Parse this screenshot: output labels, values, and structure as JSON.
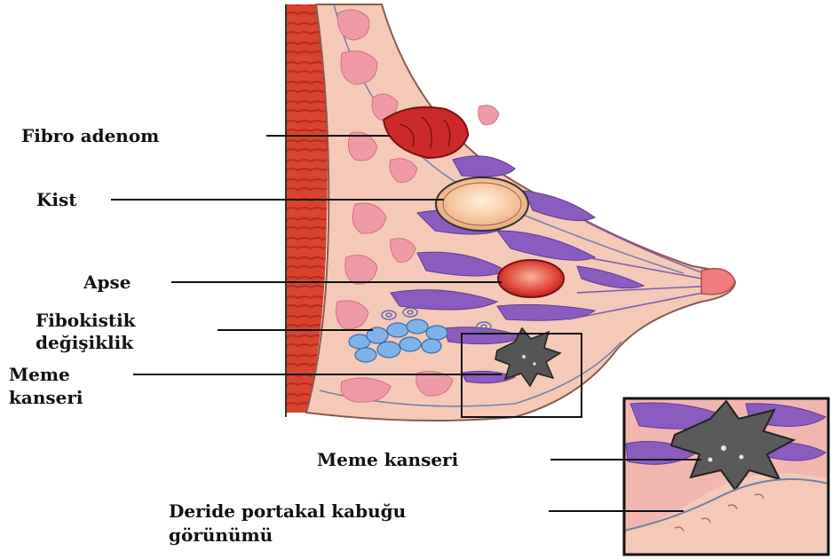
{
  "labels": {
    "fibroadenoma": "Fibro adenom",
    "cyst": "Kist",
    "abscess": "Apse",
    "fibrocystic_line1": "Fibokistik",
    "fibrocystic_line2": "değişiklik",
    "cancer_line1": "Meme",
    "cancer_line2": "kanseri",
    "inset_cancer": "Meme kanseri",
    "peel_line1": "Deride portakal kabuğu",
    "peel_line2": "görünümü"
  },
  "colors": {
    "muscle": "#d9442e",
    "tissue": "#f4c9b8",
    "gland": "#8a5cc0",
    "fat": "#f09aa8",
    "tumor": "#5a5a5a",
    "cyst_fill": "#f6c7a0",
    "fibro": "#cc2a2a",
    "lines": "#111111"
  }
}
